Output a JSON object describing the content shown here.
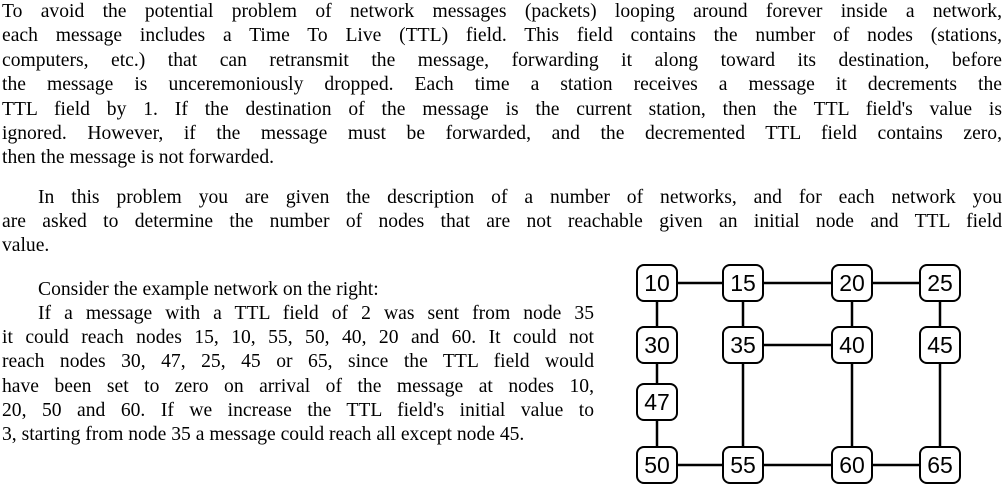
{
  "paragraphs": [
    {
      "lines": [
        "To avoid the potential problem of network messages (packets) looping around forever inside a network,",
        "each message includes a Time To Live (TTL) field. This field contains the number of nodes (stations,",
        "computers, etc.) that can retransmit the message, forwarding it along toward its destination, before",
        "the message is unceremoniously dropped. Each time a station receives a message it decrements the",
        "TTL field by 1. If the destination of the message is the current station, then the TTL field's value is",
        "ignored. However, if the message must be forwarded, and the decremented TTL field contains zero,",
        "then the message is not forwarded."
      ]
    },
    {
      "lines": [
        "In this problem you are given the description of a number of networks, and for each network you",
        "are asked to determine the number of nodes that are not reachable given an initial node and TTL field",
        "value."
      ]
    },
    {
      "lines": [
        "Consider the example network on the right:",
        "If a message with a TTL field of 2 was sent from node 35",
        "it could reach nodes 15, 10, 55, 50, 40, 20 and 60. It could not",
        "reach nodes 30, 47, 25, 45 or 65, since the TTL field would",
        "have been set to zero on arrival of the message at nodes 10,",
        "20, 50 and 60. If we increase the TTL field's initial value to",
        "3, starting from node 35 a message could reach all except node 45."
      ]
    }
  ],
  "diagram": {
    "nodes": [
      {
        "id": "10",
        "col": 0,
        "row": 0
      },
      {
        "id": "15",
        "col": 1,
        "row": 0
      },
      {
        "id": "20",
        "col": 2,
        "row": 0
      },
      {
        "id": "25",
        "col": 3,
        "row": 0
      },
      {
        "id": "30",
        "col": 0,
        "row": 1
      },
      {
        "id": "35",
        "col": 1,
        "row": 1
      },
      {
        "id": "40",
        "col": 2,
        "row": 1
      },
      {
        "id": "45",
        "col": 3,
        "row": 1
      },
      {
        "id": "47",
        "col": 0,
        "row": 2
      },
      {
        "id": "50",
        "col": 0,
        "row": 3
      },
      {
        "id": "55",
        "col": 1,
        "row": 3
      },
      {
        "id": "60",
        "col": 2,
        "row": 3
      },
      {
        "id": "65",
        "col": 3,
        "row": 3
      }
    ],
    "edges": [
      [
        "10",
        "15"
      ],
      [
        "15",
        "20"
      ],
      [
        "20",
        "25"
      ],
      [
        "10",
        "30"
      ],
      [
        "15",
        "35"
      ],
      [
        "20",
        "40"
      ],
      [
        "25",
        "45"
      ],
      [
        "30",
        "47"
      ],
      [
        "47",
        "50"
      ],
      [
        "35",
        "40"
      ],
      [
        "35",
        "55"
      ],
      [
        "40",
        "60"
      ],
      [
        "45",
        "65"
      ],
      [
        "50",
        "55"
      ],
      [
        "55",
        "60"
      ],
      [
        "60",
        "65"
      ]
    ]
  }
}
